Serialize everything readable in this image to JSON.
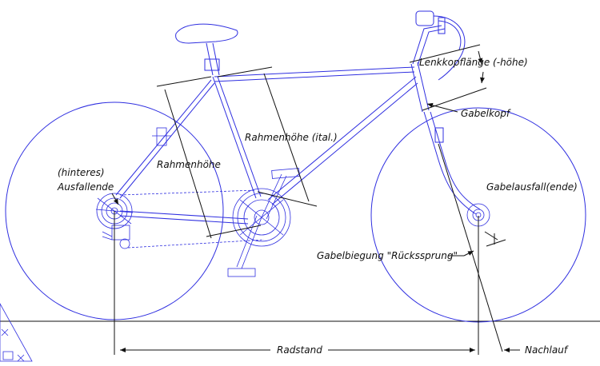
{
  "labels": {
    "lenkkopflaenge": "Lenkkopflänge (-höhe)",
    "gabelkopf": "Gabelkopf",
    "rahmenhoehe_ital": "Rahmenhöhe (ital.)",
    "rahmenhoehe": "Rahmenhöhe",
    "hinteres": "(hinteres)",
    "ausfallende": "Ausfallende",
    "gabelausfall": "Gabelausfall(ende)",
    "gabelbiegung": "Gabelbiegung \"Rückssprung\"",
    "radstand": "Radstand",
    "nachlauf": "Nachlauf"
  },
  "colors": {
    "bike": "#2f2fe0",
    "dimension": "#111111"
  }
}
